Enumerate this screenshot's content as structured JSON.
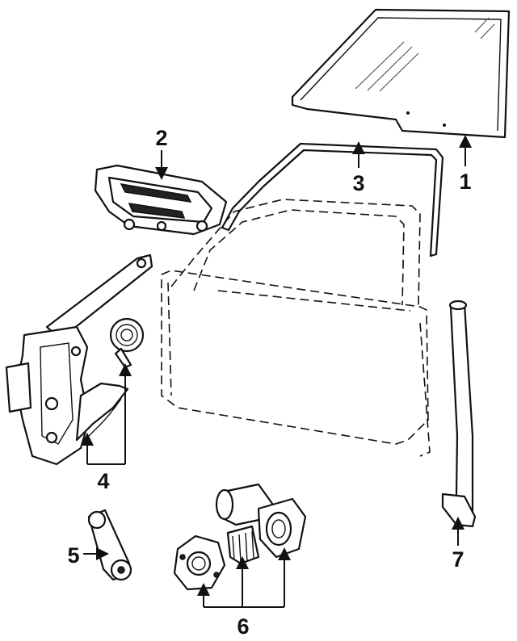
{
  "callouts": [
    {
      "id": 1,
      "label": "1"
    },
    {
      "id": 2,
      "label": "2"
    },
    {
      "id": 3,
      "label": "3"
    },
    {
      "id": 4,
      "label": "4"
    },
    {
      "id": 5,
      "label": "5"
    },
    {
      "id": 6,
      "label": "6"
    },
    {
      "id": 7,
      "label": "7"
    }
  ]
}
